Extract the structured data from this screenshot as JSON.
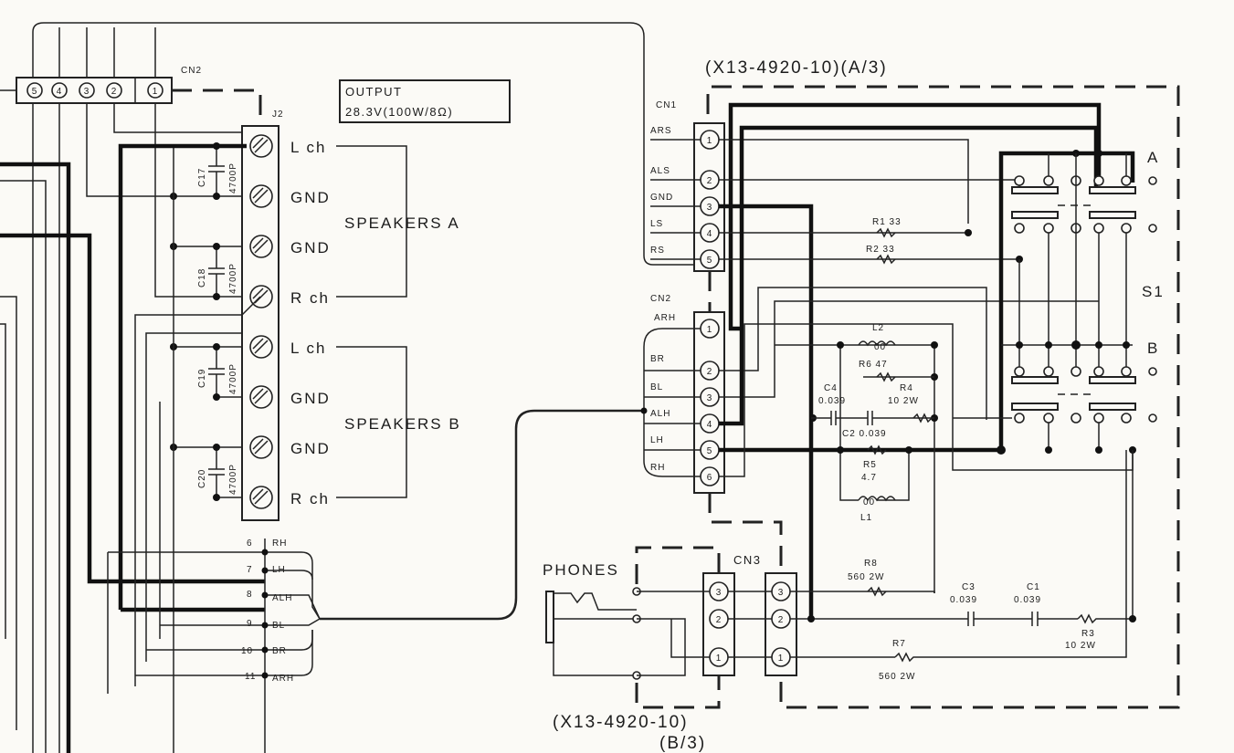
{
  "board": {
    "cn2_left_label": "CN2",
    "cn2_left_pins": [
      "5",
      "4",
      "3",
      "2",
      "1"
    ],
    "j2_label": "J2",
    "output_line1": "OUTPUT",
    "output_line2": "28.3V(100W/8Ω)"
  },
  "terminals": [
    {
      "label": "L ch"
    },
    {
      "label": "GND"
    },
    {
      "label": "GND"
    },
    {
      "label": "R ch"
    },
    {
      "label": "L ch"
    },
    {
      "label": "GND"
    },
    {
      "label": "GND"
    },
    {
      "label": "R ch"
    }
  ],
  "speakers_a": "SPEAKERS A",
  "speakers_b": "SPEAKERS B",
  "caps_left": [
    {
      "name": "C17",
      "value": "4700P"
    },
    {
      "name": "C18",
      "value": "4700P"
    },
    {
      "name": "C19",
      "value": "4700P"
    },
    {
      "name": "C20",
      "value": "4700P"
    }
  ],
  "harness": [
    {
      "num": "6",
      "sig": "RH"
    },
    {
      "num": "7",
      "sig": "LH"
    },
    {
      "num": "8",
      "sig": "ALH"
    },
    {
      "num": "9",
      "sig": "BL"
    },
    {
      "num": "10",
      "sig": "BR"
    },
    {
      "num": "11",
      "sig": "ARH"
    }
  ],
  "pcb_a_title": "(X13-4920-10)(A/3)",
  "pcb_b_title1": "(X13-4920-10)",
  "pcb_b_title2": "(B/3)",
  "cn1": {
    "label": "CN1",
    "pins": [
      {
        "num": "1",
        "sig": "ARS"
      },
      {
        "num": "2",
        "sig": "ALS"
      },
      {
        "num": "3",
        "sig": "GND"
      },
      {
        "num": "4",
        "sig": "LS"
      },
      {
        "num": "5",
        "sig": "RS"
      }
    ]
  },
  "cn2_right": {
    "label": "CN2",
    "pins": [
      {
        "num": "1",
        "sig": "ARH"
      },
      {
        "num": "2",
        "sig": "BR"
      },
      {
        "num": "3",
        "sig": "BL"
      },
      {
        "num": "4",
        "sig": "ALH"
      },
      {
        "num": "5",
        "sig": "LH"
      },
      {
        "num": "6",
        "sig": "RH"
      }
    ]
  },
  "cn3": {
    "label": "CN3",
    "pins": [
      "3",
      "2",
      "1"
    ]
  },
  "phones_label": "PHONES",
  "resistors": {
    "r1": "R1  33",
    "r2": "R2  33",
    "l2": "L2",
    "l2_val": "00",
    "r6": "R6  47",
    "c4": "C4",
    "c4_val": "0.039",
    "r4": "R4",
    "r4_val": "10  2W",
    "c2": "C2  0.039",
    "r5": "R5",
    "r5_val": "4.7",
    "l1": "L1",
    "l1_val": "00",
    "r8": "R8",
    "r8_val": "560  2W",
    "c3": "C3",
    "c3_val": "0.039",
    "c1": "C1",
    "c1_val": "0.039",
    "r3": "R3",
    "r3_val": "10  2W",
    "r7": "R7",
    "r7_val": "560  2W"
  },
  "switch": {
    "label": "S1",
    "pos_a": "A",
    "pos_b": "B"
  }
}
